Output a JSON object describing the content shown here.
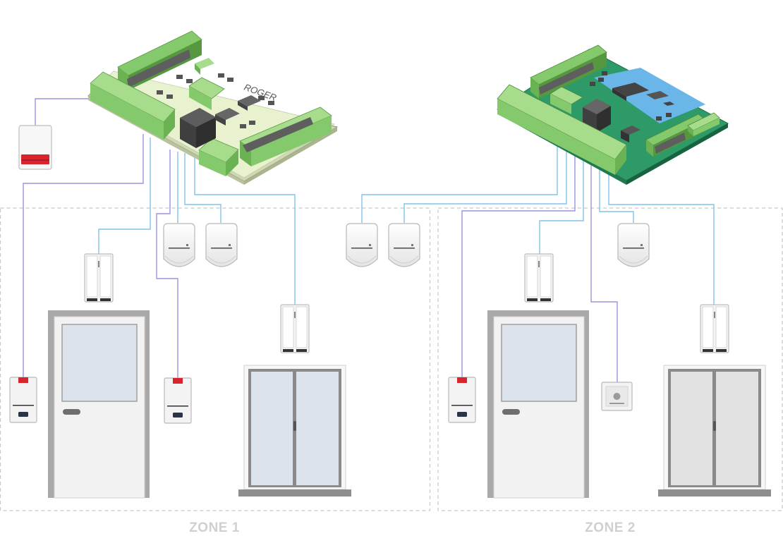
{
  "zones": [
    {
      "label": "ZONE 1"
    },
    {
      "label": "ZONE 2"
    }
  ],
  "controller_1": {
    "brand": "ROGER"
  },
  "colors": {
    "wire_blue": "#7fc3ea",
    "wire_purple": "#9a93e0",
    "zone_border": "#c8c8c8",
    "zone_label": "#d0d0d0",
    "board_1": "#e8f2cf",
    "board_2": "#2e9a68",
    "terminal_green": "#84c96b",
    "alarm_red": "#d9232d",
    "door_frame": "#a9a9a9",
    "glass": "#dde3ea"
  },
  "icons": [
    "controller-board",
    "siren",
    "motion-detector",
    "magnetic-contact",
    "door",
    "double-door",
    "card-reader",
    "exit-button"
  ]
}
